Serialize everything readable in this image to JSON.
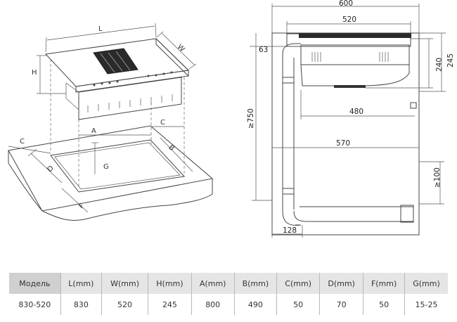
{
  "hob_view": {
    "labels": {
      "L": "L",
      "W": "W",
      "H": "H",
      "A": "A",
      "B": "B",
      "C_left": "C",
      "C_right": "C",
      "D": "D",
      "F": "F",
      "G": "G"
    }
  },
  "section_view": {
    "dims": {
      "d600": "600",
      "d520": "520",
      "d63": "63",
      "d240": "240",
      "d245": "245",
      "d480": "480",
      "d570": "570",
      "d750": "≥750",
      "d100": "≥100",
      "d128": "128"
    }
  },
  "spec_table": {
    "headers": [
      "Модель",
      "L(mm)",
      "W(mm)",
      "H(mm)",
      "A(mm)",
      "B(mm)",
      "C(mm)",
      "D(mm)",
      "F(mm)",
      "G(mm)"
    ],
    "row": [
      "830-520",
      "830",
      "520",
      "245",
      "800",
      "490",
      "50",
      "70",
      "50",
      "15-25"
    ]
  }
}
